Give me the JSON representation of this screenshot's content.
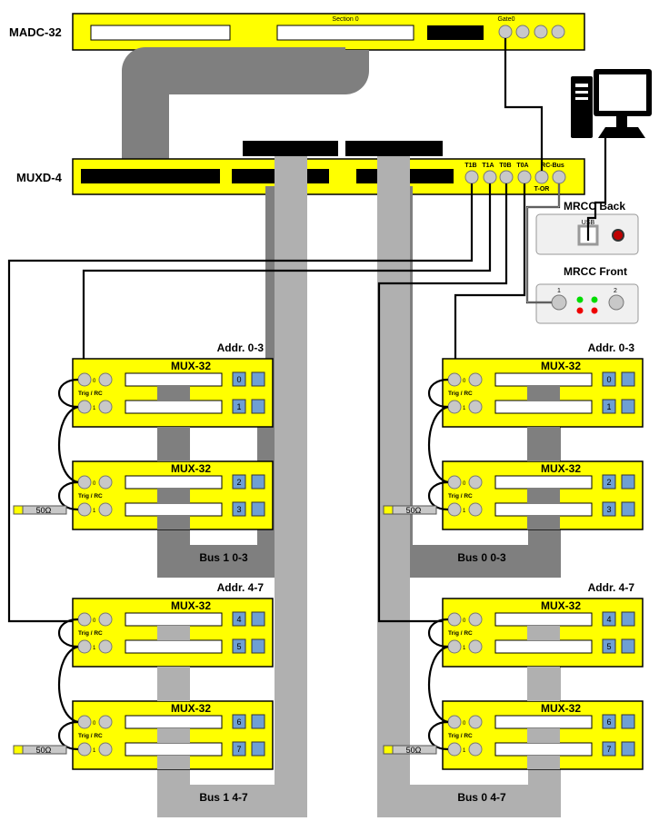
{
  "colors": {
    "module_yellow": "#ffff00",
    "cable_gray_dark": "#7f7f7f",
    "cable_gray_light": "#b0b0b0",
    "connector_black": "#000000",
    "socket_gray": "#c8c8c8",
    "address_blue": "#6e9fd4",
    "led_green": "#00dd00",
    "led_red": "#ee0000"
  },
  "madc": {
    "name": "MADC-32",
    "section_label": "Section 0",
    "gate_label": "Gate0"
  },
  "muxd": {
    "name": "MUXD-4",
    "ports": [
      "T1B",
      "T1A",
      "T0B",
      "T0A",
      "RC-Bus"
    ],
    "tor_label": "T-OR"
  },
  "mrcc": {
    "back_label": "MRCC Back",
    "usb_label": "USB",
    "front_label": "MRCC Front",
    "port1": "1",
    "port2": "2"
  },
  "computer_icon": "desktop-computer-icon",
  "mux_card": {
    "name": "MUX-32",
    "trig_label": "Trig / RC",
    "ch0": "0",
    "ch1": "1"
  },
  "terminator_label": "50Ω",
  "groups": [
    {
      "addr": "Addr. 0-3",
      "bus": "Bus 1  0-3",
      "cards": [
        {
          "name": "MUX-32",
          "a": "0",
          "b": "1"
        },
        {
          "name": "MUX-32",
          "a": "2",
          "b": "3"
        }
      ]
    },
    {
      "addr": "Addr. 0-3",
      "bus": "Bus 0  0-3",
      "cards": [
        {
          "name": "MUX-32",
          "a": "0",
          "b": "1"
        },
        {
          "name": "MUX-32",
          "a": "2",
          "b": "3"
        }
      ]
    },
    {
      "addr": "Addr. 4-7",
      "bus": "Bus 1  4-7",
      "cards": [
        {
          "name": "MUX-32",
          "a": "4",
          "b": "5"
        },
        {
          "name": "MUX-32",
          "a": "6",
          "b": "7"
        }
      ]
    },
    {
      "addr": "Addr. 4-7",
      "bus": "Bus 0  4-7",
      "cards": [
        {
          "name": "MUX-32",
          "a": "4",
          "b": "5"
        },
        {
          "name": "MUX-32",
          "a": "6",
          "b": "7"
        }
      ]
    }
  ]
}
